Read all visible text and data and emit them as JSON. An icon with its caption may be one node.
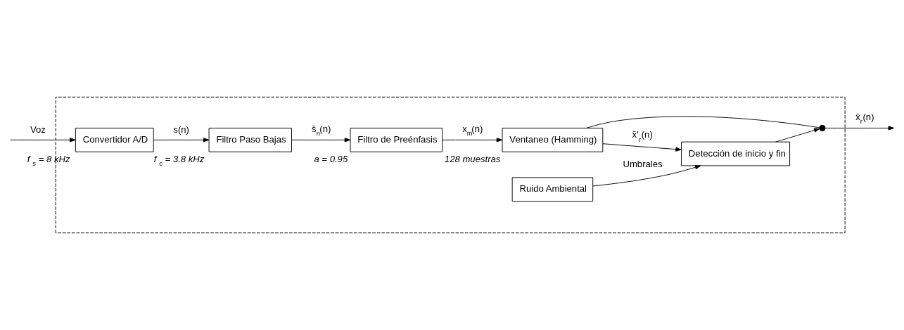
{
  "diagram": {
    "nodes": [
      {
        "text": [],
        "shape": "box"
      },
      {
        "text": [
          "Convertidor A/D"
        ],
        "in": 0,
        "beside": [
          "f$_{s}$ = 8 kHz"
        ]
      },
      {
        "text": [
          "Filtro Paso Bajas"
        ],
        "in": 0,
        "beside": [
          "f$_{c}$ = 3.8 kHz"
        ]
      },
      {
        "text": [
          "Filtro de Preénfasis"
        ],
        "in": 0,
        "beside": [
          "a = 0.95"
        ]
      },
      {
        "text": [
          "Ventaneo (Hamming)"
        ],
        "in": 0,
        "beside": [
          "128 muestras"
        ]
      },
      {
        "text": [
          "Ruido Ambiental"
        ],
        "in": 0
      },
      {
        "text": [
          "Detección de inicio y fin"
        ],
        "in": 0
      },
      {
        "text": [],
        "shape": "switch",
        "in": 0
      }
    ],
    "edges": [
      {
        "from": null,
        "to": 1,
        "arrow": "to",
        "label": "Voz"
      },
      {
        "from": 1,
        "to": 2,
        "arrow": "to",
        "label": "s(n)"
      },
      {
        "from": 2,
        "to": 3,
        "arrow": "to",
        "label": "s̄$_{n}$(n)"
      },
      {
        "from": 3,
        "to": 4,
        "arrow": "to",
        "label": "x$_{m}$(n)"
      },
      {
        "from": 4,
        "to": 7,
        "arrow": "none"
      },
      {
        "from": 4,
        "to": 6,
        "arrow": "to",
        "label": "x̄'$_{r}$(n)"
      },
      {
        "from": 5,
        "to": 6,
        "arrow": "to",
        "label": "Umbrales"
      },
      {
        "from": 6,
        "to": 7,
        "arrow": "to"
      },
      {
        "from": 7,
        "to": null,
        "arrow": "to",
        "label": "x̄$_{r}$(n)"
      }
    ]
  }
}
